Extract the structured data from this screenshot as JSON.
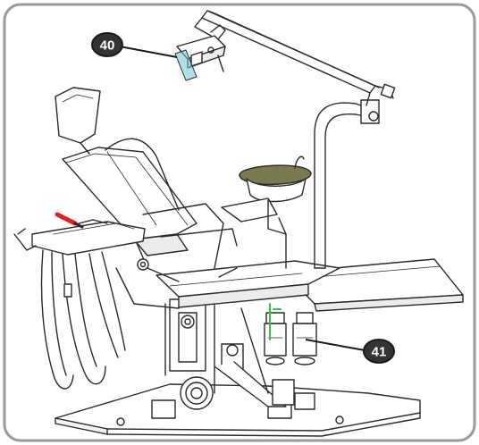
{
  "callouts": [
    {
      "label": "40",
      "part": "operating-light"
    },
    {
      "label": "41",
      "part": "water-bottles"
    }
  ],
  "colors": {
    "frame_border": "#9a9a9a",
    "line": "#2a2a2a",
    "callout_fill": "#333333",
    "cuspidor_bowl": "#7b7a4f",
    "light_accent": "#6fc6d8",
    "tube_accent": "#36c24a",
    "handpiece_accent": "#e02020"
  }
}
